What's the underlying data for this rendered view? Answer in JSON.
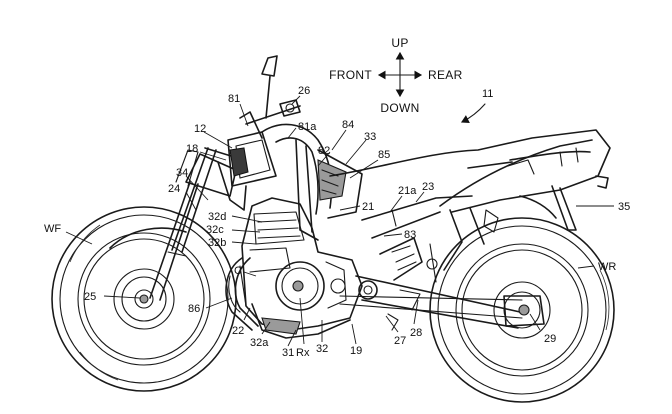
{
  "figure": {
    "reference_numeral": "11",
    "directions": {
      "up": "UP",
      "down": "DOWN",
      "front": "FRONT",
      "rear": "REAR"
    }
  },
  "labels": {
    "WF": "WF",
    "WR": "WR",
    "n12": "12",
    "n18": "18",
    "n34": "34",
    "n24": "24",
    "n32d": "32d",
    "n32c": "32c",
    "n32b": "32b",
    "C": "C",
    "n25": "25",
    "n86": "86",
    "n22": "22",
    "n32a": "32a",
    "n31": "31",
    "Rx": "Rx",
    "n32": "32",
    "n19": "19",
    "n27": "27",
    "n28": "28",
    "n29": "29",
    "n81": "81",
    "n26": "26",
    "n81a": "81a",
    "n84": "84",
    "n33": "33",
    "n82": "82",
    "n85": "85",
    "n21": "21",
    "n21a": "21a",
    "n23": "23",
    "n83": "83",
    "n35": "35"
  }
}
